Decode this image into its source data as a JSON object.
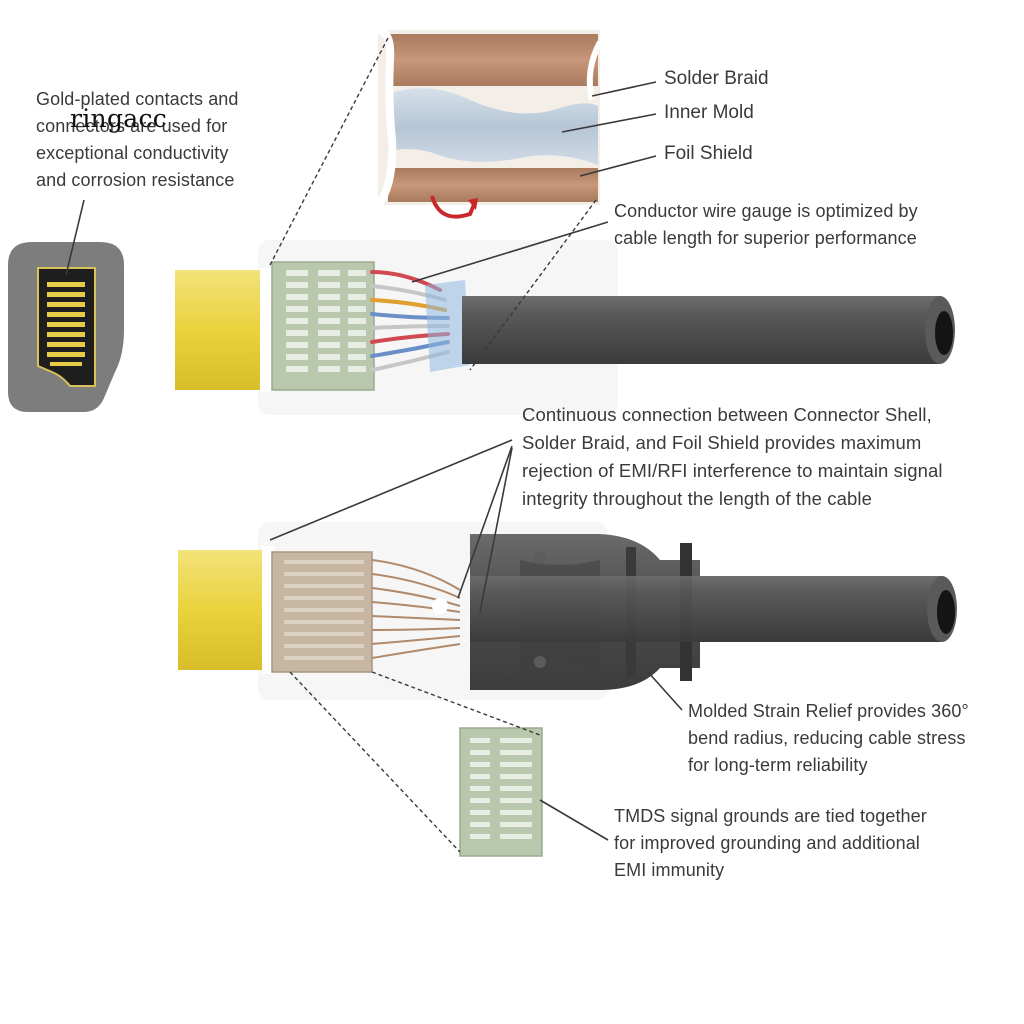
{
  "watermark": "ringacc",
  "labels": {
    "solder_braid": "Solder Braid",
    "inner_mold": "Inner Mold",
    "foil_shield": "Foil Shield"
  },
  "callouts": {
    "gold_contacts": [
      "Gold-plated contacts and",
      "connectors are used for",
      "exceptional conductivity",
      "and corrosion resistance"
    ],
    "conductor_gauge": [
      "Conductor wire gauge is optimized by",
      "cable length for superior performance"
    ],
    "continuous_connection": [
      "Continuous connection between Connector Shell,",
      "Solder Braid, and Foil Shield provides maximum",
      "rejection of EMI/RFI interference to maintain signal",
      "integrity throughout the length of the cable"
    ],
    "strain_relief": [
      "Molded Strain Relief provides 360°",
      "bend radius, reducing cable stress",
      "for long-term reliability"
    ],
    "tmds_grounds": [
      "TMDS signal grounds are tied together",
      "for improved grounding and additional",
      "EMI immunity"
    ]
  },
  "colors": {
    "gold": "#e8d24a",
    "cable": "#4a4a4a",
    "copper": "#b8876a",
    "foil": "#c9d6e2",
    "pcb": "#b9c8ad",
    "leader": "#3a3a3a"
  }
}
